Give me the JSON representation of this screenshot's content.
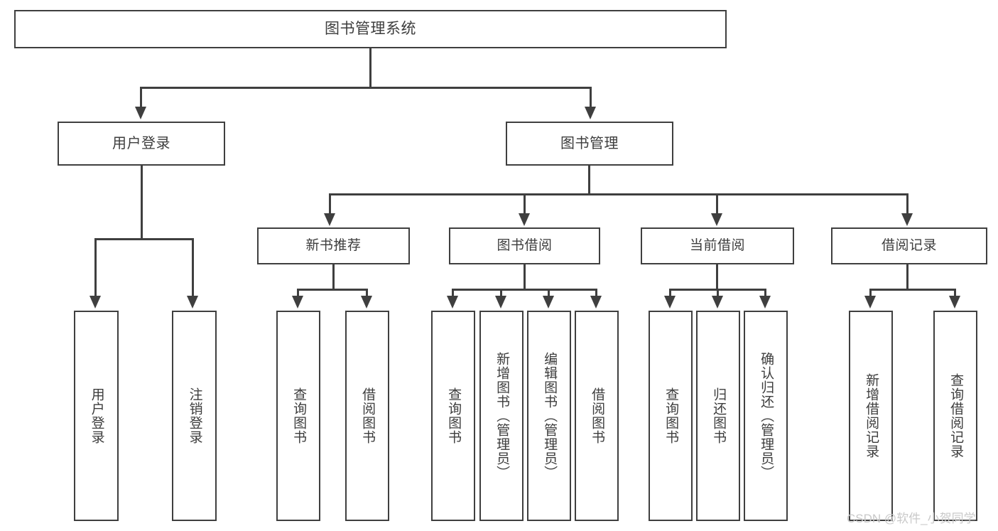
{
  "diagram": {
    "title": "图书管理系统",
    "type": "功能结构图",
    "watermark": "CSDN @软件_小贺同学",
    "style": {
      "line_color": "#3f3f3f",
      "box_fill": "#ffffff",
      "text_color": "#3d3d3d",
      "background": "#ffffff",
      "watermark_color": "#c9c9c9"
    }
  },
  "nodes": {
    "root": {
      "label": "图书管理系统"
    },
    "level1": [
      {
        "id": "user-login",
        "label": "用户登录"
      },
      {
        "id": "book-management",
        "label": "图书管理"
      }
    ],
    "level2": [
      {
        "id": "new-book-recommend",
        "label": "新书推荐",
        "parent": "book-management"
      },
      {
        "id": "book-borrow",
        "label": "图书借阅",
        "parent": "book-management"
      },
      {
        "id": "current-borrow",
        "label": "当前借阅",
        "parent": "book-management"
      },
      {
        "id": "borrow-record",
        "label": "借阅记录",
        "parent": "book-management"
      }
    ],
    "leaves": [
      {
        "id": "leaf-user-login",
        "label": "用户登录",
        "parent": "user-login"
      },
      {
        "id": "leaf-logout-login",
        "label": "注销登录",
        "parent": "user-login"
      },
      {
        "id": "leaf-query-book-rec",
        "label": "查询图书",
        "parent": "new-book-recommend"
      },
      {
        "id": "leaf-borrow-book-rec",
        "label": "借阅图书",
        "parent": "new-book-recommend"
      },
      {
        "id": "leaf-query-book-bw",
        "label": "查询图书",
        "parent": "book-borrow"
      },
      {
        "id": "leaf-add-book",
        "label": "新增图书（管理员）",
        "parent": "book-borrow"
      },
      {
        "id": "leaf-edit-book",
        "label": "编辑图书（管理员）",
        "parent": "book-borrow"
      },
      {
        "id": "leaf-borrow-book-bw",
        "label": "借阅图书",
        "parent": "book-borrow"
      },
      {
        "id": "leaf-query-book-cur",
        "label": "查询图书",
        "parent": "current-borrow"
      },
      {
        "id": "leaf-return-book",
        "label": "归还图书",
        "parent": "current-borrow"
      },
      {
        "id": "leaf-confirm-return",
        "label": "确认归还（管理员）",
        "parent": "current-borrow"
      },
      {
        "id": "leaf-add-record",
        "label": "新增借阅记录",
        "parent": "borrow-record"
      },
      {
        "id": "leaf-query-record",
        "label": "查询借阅记录",
        "parent": "borrow-record"
      }
    ]
  }
}
